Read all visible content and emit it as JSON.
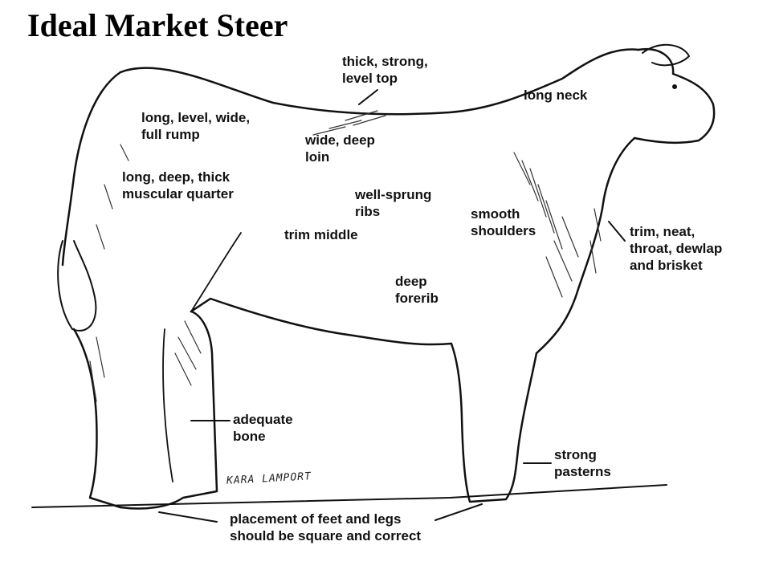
{
  "title": "Ideal Market Steer",
  "labels": {
    "top": [
      "thick, strong,",
      "level top"
    ],
    "neck": [
      "long neck"
    ],
    "rump": [
      "long, level, wide,",
      "full rump"
    ],
    "loin": [
      "wide, deep",
      "loin"
    ],
    "quarter": [
      "long, deep, thick",
      "muscular quarter"
    ],
    "ribs": [
      "well-sprung",
      "ribs"
    ],
    "shoulders": [
      "smooth",
      "shoulders"
    ],
    "middle": [
      "trim middle"
    ],
    "throat": [
      "trim, neat,",
      "throat, dewlap",
      "and brisket"
    ],
    "forerib": [
      "deep",
      "forerib"
    ],
    "bone": [
      "adequate",
      "bone"
    ],
    "pasterns": [
      "strong",
      "pasterns"
    ],
    "feet": [
      "placement of feet and legs",
      "should be square and correct"
    ]
  },
  "signature": "KARA LAMPORT"
}
